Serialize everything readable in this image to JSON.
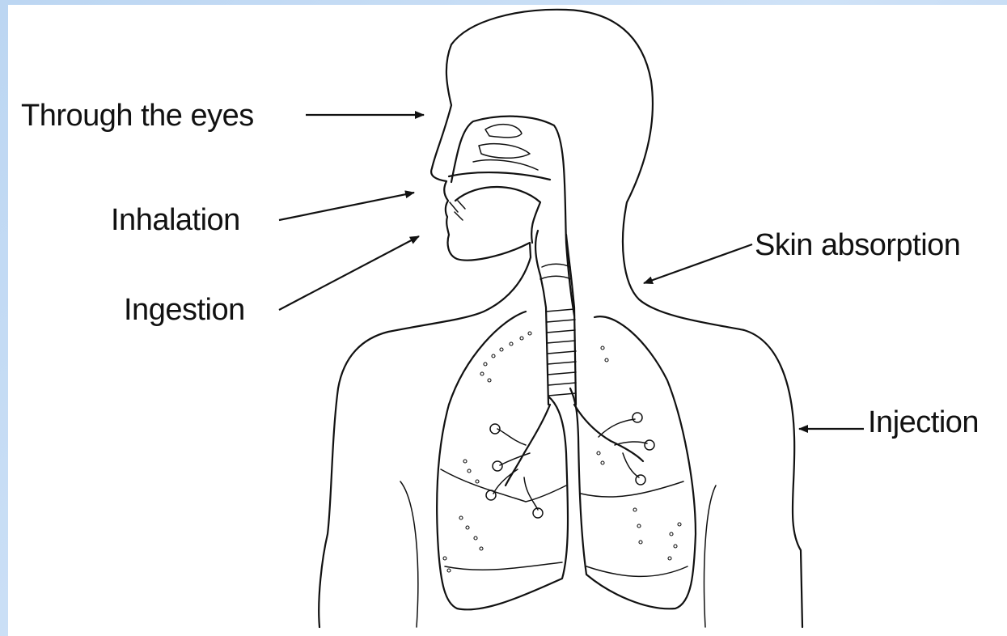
{
  "labels": {
    "eyes": "Through the eyes",
    "inhalation": "Inhalation",
    "ingestion": "Ingestion",
    "skin": "Skin absorption",
    "injection": "Injection"
  },
  "colors": {
    "frame": "#b9d3f0",
    "ink": "#111111",
    "background": "#ffffff"
  }
}
